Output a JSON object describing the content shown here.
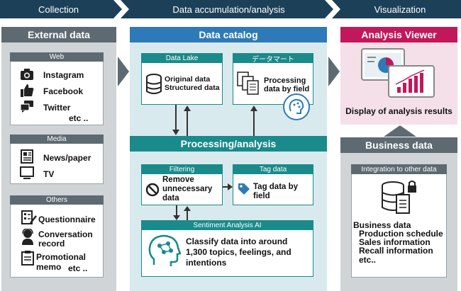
{
  "stages": [
    "Collection",
    "Data accumulation/analysis",
    "Visualization"
  ],
  "external": {
    "title": "External data",
    "web": {
      "label": "Web",
      "items": [
        "Instagram",
        "Facebook",
        "Twitter"
      ],
      "etc": "etc .."
    },
    "media": {
      "label": "Media",
      "items": [
        "News/paper",
        "TV"
      ]
    },
    "others": {
      "label": "Others",
      "items": [
        "Questionnaire",
        "Conversation record",
        "Promotional memo"
      ],
      "etc": "etc .."
    }
  },
  "catalog": {
    "title": "Data catalog",
    "lake": {
      "label": "Data Lake",
      "line1": "Original data",
      "line2": "Structured data"
    },
    "mart": {
      "label": "データマート",
      "line1": "Processing",
      "line2": "data by field"
    }
  },
  "processing": {
    "title": "Processing/analysis",
    "filtering": {
      "label": "Filtering",
      "line1": "Remove",
      "line2": "unnecessary",
      "line3": "data"
    },
    "tag": {
      "label": "Tag data",
      "line1": "Tag data by",
      "line2": "field"
    },
    "sentiment": {
      "label": "Sentiment Analysis AI",
      "line1": "Classify data into around",
      "line2": "1,300 topics, feelings, and",
      "line3": "intentions"
    }
  },
  "viewer": {
    "title": "Analysis Viewer",
    "caption": "Display of analysis results"
  },
  "business": {
    "title": "Business data",
    "integration": "Integration to other data",
    "items": [
      "Business data",
      "Production schedule",
      "Sales information",
      "Recall information",
      "etc.."
    ]
  },
  "colors": {
    "navy": "#1d4059",
    "grey": "#5d6a72",
    "teal": "#1a8a8a",
    "light_teal": "#d9eaee",
    "pink": "#c2185b",
    "light_pink": "#f5e0ea",
    "blue": "#2e7ab8"
  }
}
